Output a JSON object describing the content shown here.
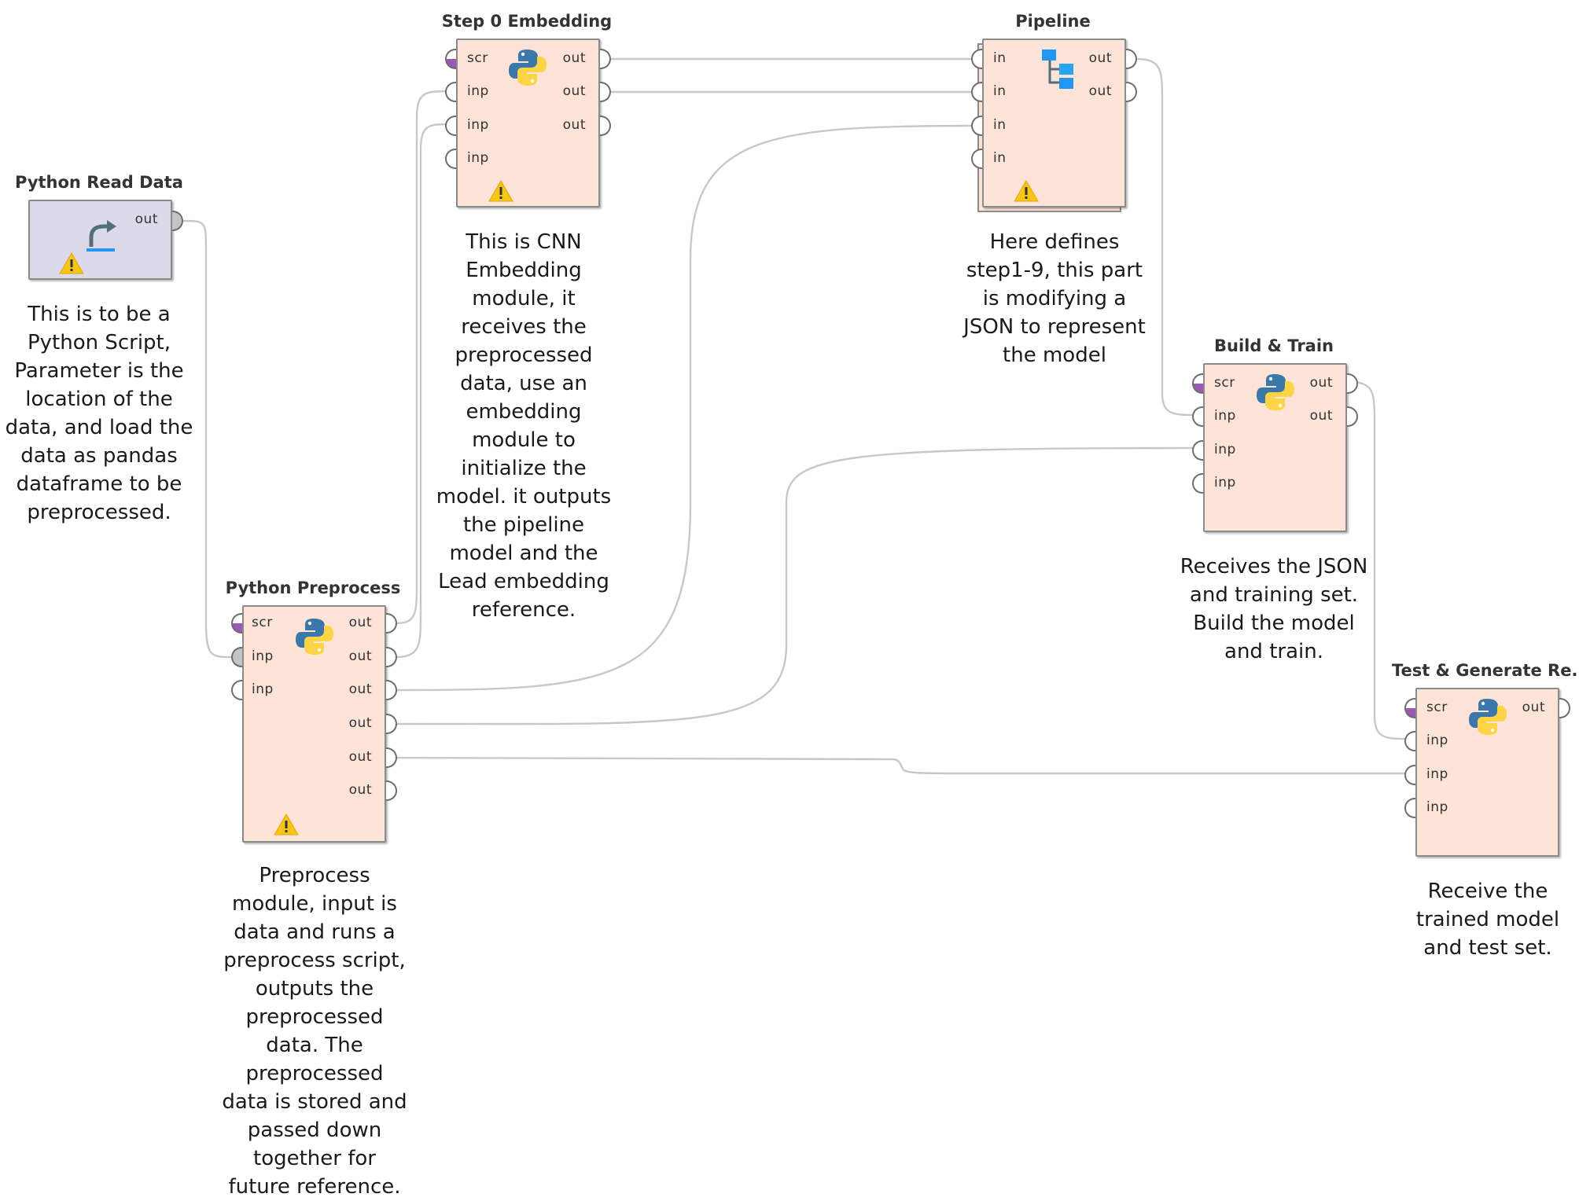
{
  "operators": {
    "read": {
      "title": "Python Read Data",
      "out": [
        "out"
      ],
      "note": "This is to be a\nPython Script,\nParameter is the\nlocation of the\ndata, and load the\ndata as pandas\ndataframe to be\npreprocessed."
    },
    "preprocess": {
      "title": "Python Preprocess",
      "in": [
        "scr",
        "inp",
        "inp"
      ],
      "out": [
        "out",
        "out",
        "out",
        "out",
        "out",
        "out"
      ],
      "note": "Preprocess\nmodule, input is\ndata and runs a\npreprocess script,\noutputs the\npreprocessed\ndata. The\npreprocessed\ndata is stored and\npassed down\ntogether for\nfuture reference."
    },
    "embedding": {
      "title": "Step 0 Embedding",
      "in": [
        "scr",
        "inp",
        "inp",
        "inp"
      ],
      "out": [
        "out",
        "out",
        "out"
      ],
      "note": "This is CNN\nEmbedding\nmodule, it\nreceives the\npreprocessed\ndata, use an\nembedding\nmodule to\ninitialize the\nmodel. it outputs\nthe pipeline\nmodel and the\nLead embedding\nreference."
    },
    "pipeline": {
      "title": "Pipeline",
      "in": [
        "in",
        "in",
        "in",
        "in"
      ],
      "out": [
        "out",
        "out"
      ],
      "note": "Here defines\nstep1-9, this part\nis modifying a\nJSON to represent\nthe model"
    },
    "build": {
      "title": "Build & Train",
      "in": [
        "scr",
        "inp",
        "inp",
        "inp"
      ],
      "out": [
        "out",
        "out"
      ],
      "note": "Receives the JSON\nand training set.\nBuild the model\nand train."
    },
    "test": {
      "title": "Test & Generate Re...",
      "in": [
        "scr",
        "inp",
        "inp",
        "inp"
      ],
      "out": [
        "out"
      ],
      "note": "Receive the\ntrained model\nand test set."
    }
  },
  "colors": {
    "python_operator_bg": "#fde3d8",
    "read_operator_bg": "#dcdaea",
    "wire": "#c8c8c8",
    "warning": "#f5c518",
    "script_port": "#9b59b6"
  },
  "icons": {
    "python": "python-logo-icon",
    "read": "curved-arrow-icon",
    "pipeline": "subprocess-tree-icon",
    "warning": "warning-icon"
  }
}
